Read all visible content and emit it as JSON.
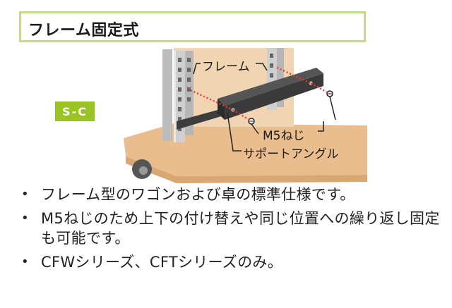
{
  "title": "フレーム固定式",
  "badge": "S-C",
  "labels": {
    "frame": "フレーム",
    "screw": "M5ねじ",
    "angle": "サポートアングル"
  },
  "bullets": [
    {
      "text": "フレーム型のワゴンおよび卓の標準仕様です。"
    },
    {
      "text": "M5ねじのため上下の付け替えや同じ位置への繰り返し固定も可能です。"
    },
    {
      "text": "CFWシリーズ、CFTシリーズのみ。"
    }
  ],
  "colors": {
    "accent_green": "#99c322",
    "title_border": "#c4da7e",
    "wood": "#e9bd8e",
    "metal": "#c9c9c9",
    "angle": "#3d3d3d",
    "dotted_red": "#e43c3c"
  }
}
